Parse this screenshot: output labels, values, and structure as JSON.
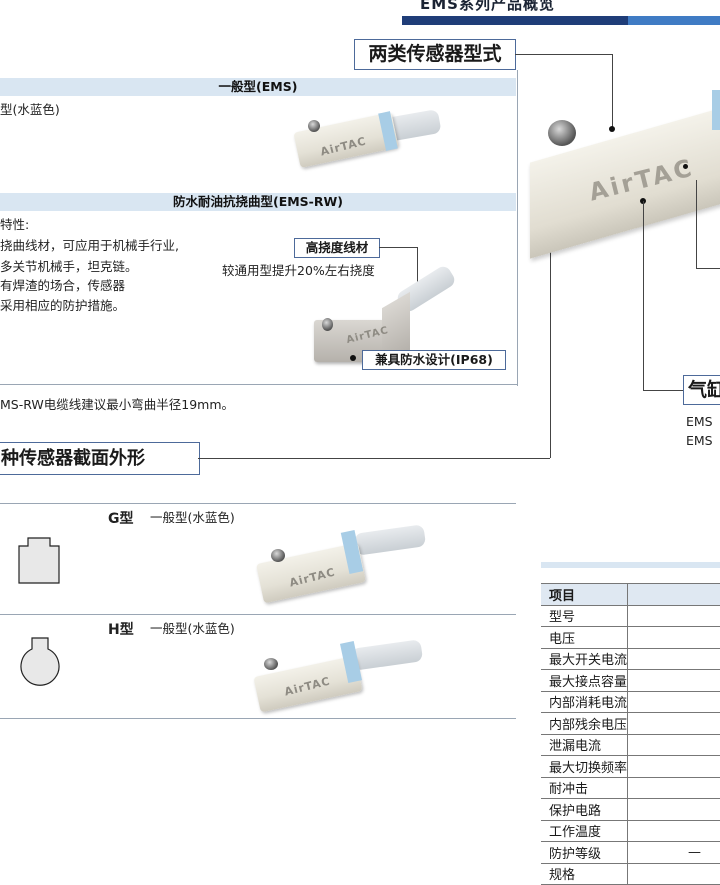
{
  "header": {
    "title": "EMS系列产品概览"
  },
  "two_types": {
    "heading": "两类传感器型式"
  },
  "general": {
    "band": "一般型(EMS)",
    "desc": "型(水蓝色)"
  },
  "rw": {
    "band": "防水耐油抗挠曲型(EMS-RW)",
    "lines": [
      "特性:",
      "挠曲线材，可应用于机械手行业,",
      "多关节机械手，坦克链。",
      "有焊渣的场合，传感器",
      "采用相应的防护措施。"
    ],
    "flex_label": "高挠度线材",
    "flex_desc": "较通用型提升20%左右挠度",
    "waterproof_label": "兼具防水设计(IP68)"
  },
  "note": "MS-RW电缆线建议最小弯曲半径19mm。",
  "section": {
    "heading": "种传感器截面外形",
    "g": {
      "type": "G型",
      "desc": "一般型(水蓝色)"
    },
    "h": {
      "type": "H型",
      "desc": "一般型(水蓝色)"
    }
  },
  "right": {
    "box_label": "气缸",
    "line1": "EMS",
    "line2": "EMS"
  },
  "brand": "AirTAC",
  "spec_table": {
    "header": "项目",
    "rows": [
      "型号",
      "电压",
      "最大开关电流",
      "最大接点容量",
      "内部消耗电流",
      "内部残余电压",
      "泄漏电流",
      "最大切换频率",
      "耐冲击",
      "保护电路",
      "工作温度",
      "防护等级",
      "规格"
    ],
    "ip_cell": "—"
  },
  "colors": {
    "accent": "#1f3d78",
    "band": "#d9e6f2",
    "cap": "#a8cde6"
  }
}
